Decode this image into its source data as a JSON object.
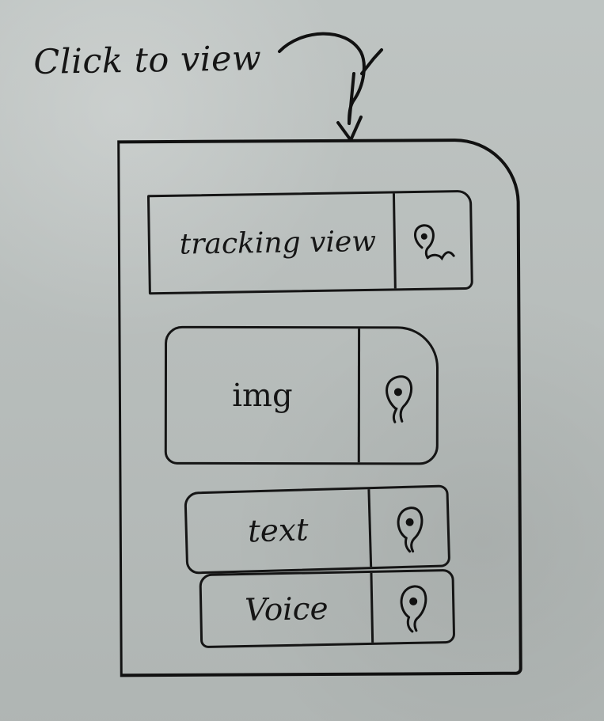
{
  "annotation": {
    "label": "Click to view"
  },
  "icons": {
    "arrow": "curved-arrow-icon",
    "location": "location-pin-icon"
  },
  "screen": {
    "cards": [
      {
        "label": "tracking view",
        "icon": "location-pin-icon"
      },
      {
        "label": "img",
        "icon": "location-pin-icon"
      },
      {
        "label": "text",
        "icon": "location-pin-icon"
      },
      {
        "label": "Voice",
        "icon": "location-pin-icon"
      }
    ]
  }
}
